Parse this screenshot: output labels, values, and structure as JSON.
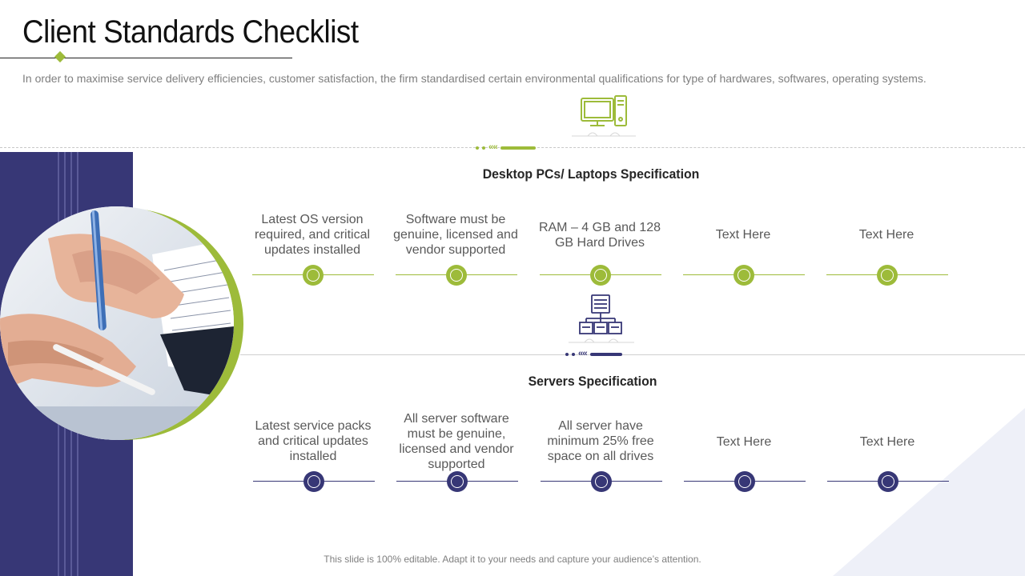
{
  "header": {
    "title": "Client Standards Checklist",
    "subtitle": "In order to maximise service delivery efficiencies, customer satisfaction, the firm standardised certain environmental qualifications for type of hardwares, softwares, operating systems."
  },
  "icons": {
    "desktop": "desktop-computer-icon",
    "server": "server-network-icon",
    "photo": "handshake-document-pen-photo"
  },
  "colors": {
    "green": "#9dbb3a",
    "navy": "#373776"
  },
  "sections": {
    "desktop": {
      "heading": "Desktop PCs/ Laptops Specification",
      "items": [
        {
          "text": "Latest OS version required, and critical updates installed"
        },
        {
          "text": "Software must be genuine, licensed and vendor supported"
        },
        {
          "text": "RAM – 4 GB and 128 GB Hard Drives"
        },
        {
          "text": "Text Here"
        },
        {
          "text": "Text Here"
        }
      ]
    },
    "servers": {
      "heading": "Servers Specification",
      "items": [
        {
          "text": "Latest service packs and critical updates installed"
        },
        {
          "text": "All server software must be genuine, licensed and vendor supported"
        },
        {
          "text": "All server have minimum 25% free space on all drives"
        },
        {
          "text": "Text Here"
        },
        {
          "text": "Text Here"
        }
      ]
    }
  },
  "footer": {
    "note": "This slide is 100% editable. Adapt it to your needs and capture your audience’s attention."
  }
}
